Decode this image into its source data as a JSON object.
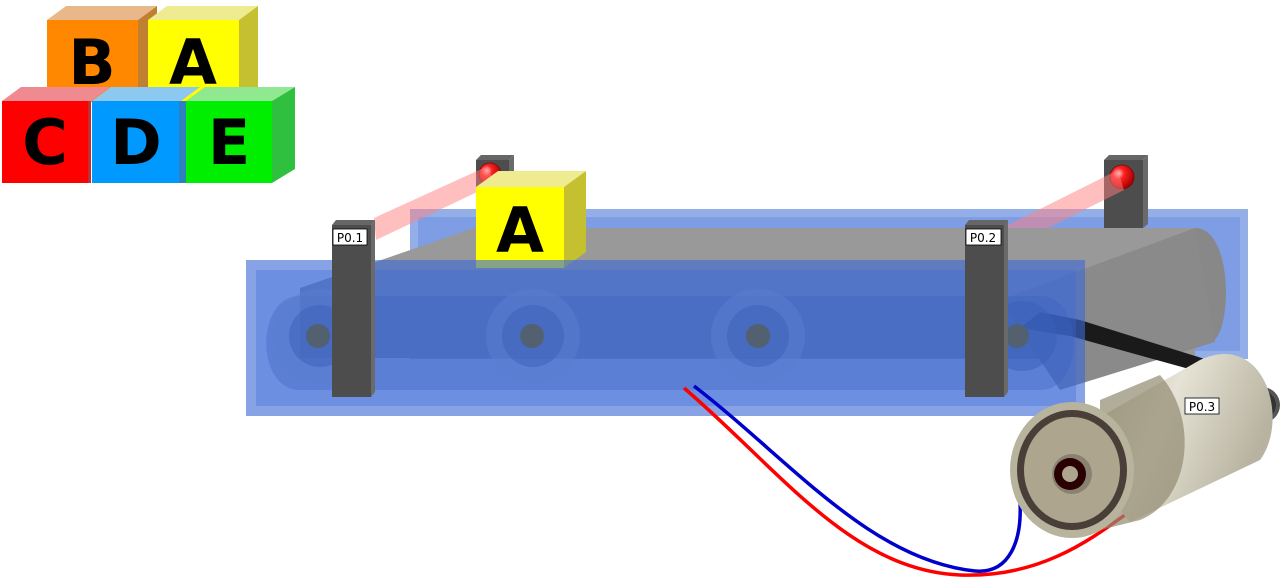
{
  "title": "Conveyor belt with light-barrier sensors and motor",
  "block_stack": {
    "top_row": [
      {
        "letter": "B",
        "color": "#ff8800"
      },
      {
        "letter": "A",
        "color": "#ffff00"
      }
    ],
    "bottom_row": [
      {
        "letter": "C",
        "color": "#ff0000"
      },
      {
        "letter": "D",
        "color": "#0099ff"
      },
      {
        "letter": "E",
        "color": "#00ee00"
      }
    ]
  },
  "belt_block": {
    "letter": "A",
    "color": "#ffff00"
  },
  "sensors": [
    {
      "id": "sensor-1",
      "label": "P0.1"
    },
    {
      "id": "sensor-2",
      "label": "P0.2"
    }
  ],
  "motor": {
    "label": "P0.3"
  },
  "wires": [
    {
      "name": "blue-wire",
      "color": "#0000cc"
    },
    {
      "name": "red-wire",
      "color": "#ff0000"
    }
  ],
  "colors": {
    "frame_blue": "#3d6bd6",
    "belt_gray": "#999999",
    "post_dark": "#4d4d4d",
    "led_red": "#ff0000",
    "beam_red": "#ff8080",
    "motor_body": "#d8d4c4"
  }
}
